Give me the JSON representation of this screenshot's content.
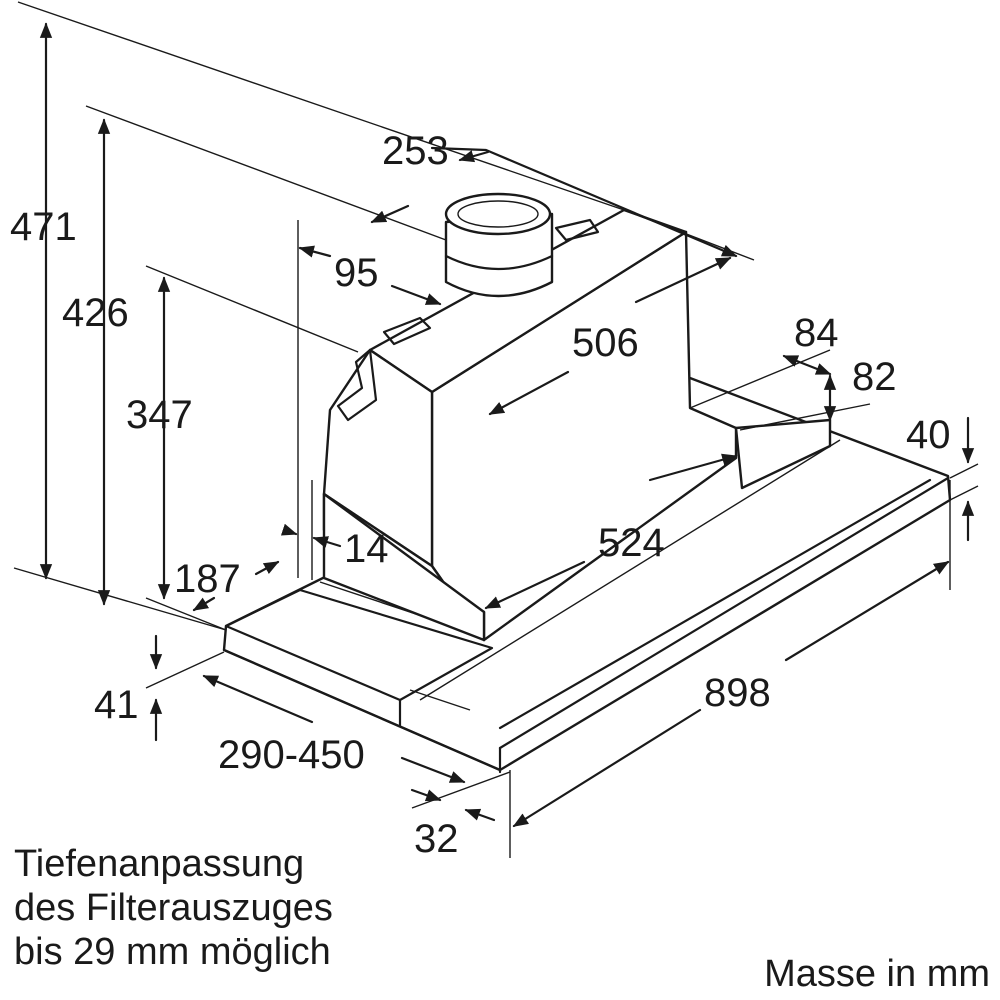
{
  "dimensions": {
    "height_total": "471",
    "height_426": "426",
    "height_347": "347",
    "width_top": "253",
    "offset_95": "95",
    "depth_506": "506",
    "side_84": "84",
    "side_82": "82",
    "thickness_40": "40",
    "wall_14": "14",
    "front_187": "187",
    "width_524": "524",
    "width_898": "898",
    "height_41": "41",
    "depth_range": "290-450",
    "front_32": "32"
  },
  "notes": {
    "line1": "Tiefenanpassung",
    "line2": "des Filterauszuges",
    "line3": "bis 29 mm möglich",
    "units": "Masse in mm"
  }
}
